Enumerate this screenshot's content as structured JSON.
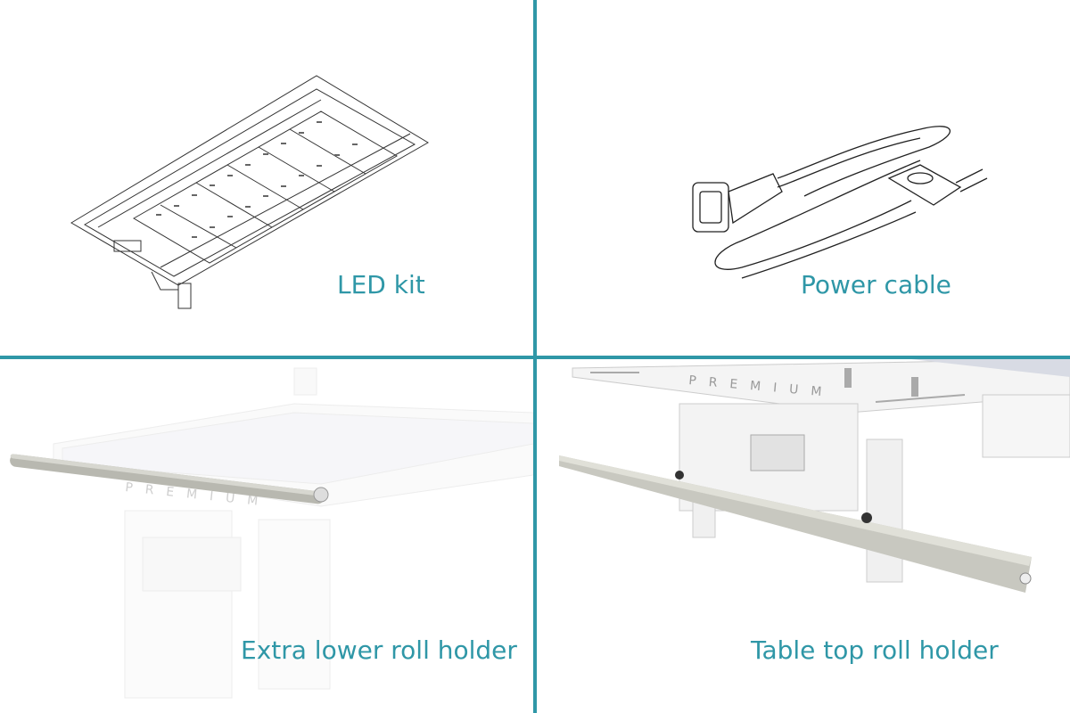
{
  "panels": [
    {
      "caption": "LED kit",
      "image_icon": "led-kit-illustration"
    },
    {
      "caption": "Power cable",
      "image_icon": "power-cable-illustration"
    },
    {
      "caption": "Extra lower roll holder",
      "image_icon": "lower-roll-holder-photo",
      "brand_mark": "PREMIUM"
    },
    {
      "caption": "Table top roll holder",
      "image_icon": "table-top-roll-holder-photo",
      "brand_mark": "PREMIUM"
    }
  ],
  "colors": {
    "accent": "#2f97a7",
    "background": "#ffffff"
  }
}
